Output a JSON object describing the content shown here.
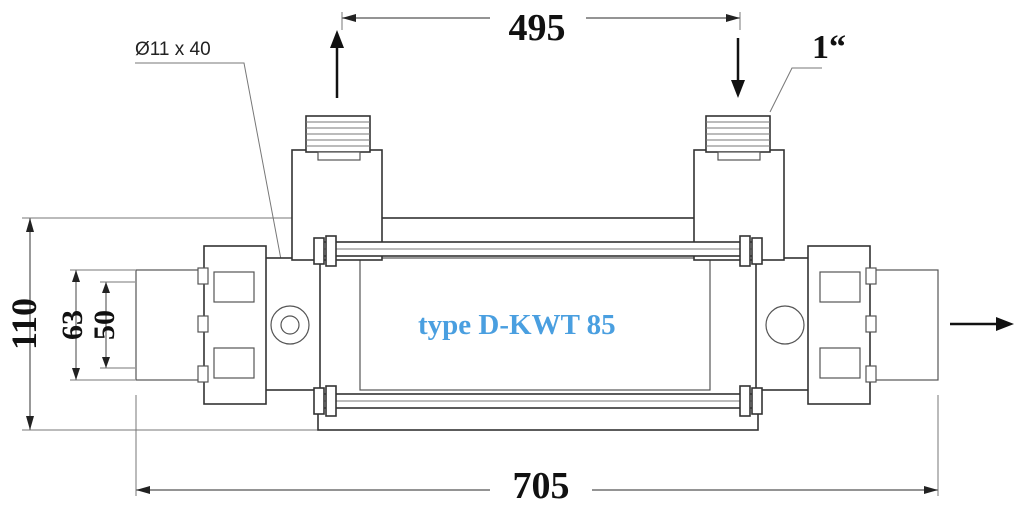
{
  "labels": {
    "dim_top": "495",
    "dim_bottom": "705",
    "dim_height_outer": "110",
    "dim_height_a": "63",
    "dim_height_b": "50",
    "thread": "1“",
    "hole": "Ø11 x 40",
    "type": "type D-KWT 85"
  },
  "colors": {
    "type_text": "#4a9fe0",
    "line": "#333333"
  }
}
